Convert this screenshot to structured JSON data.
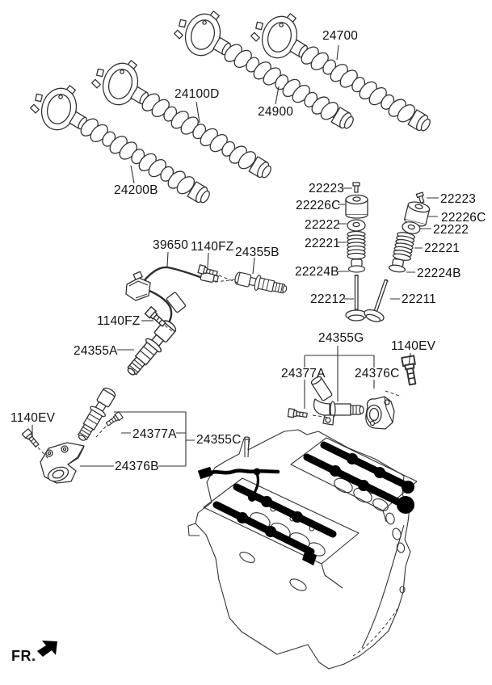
{
  "diagram": {
    "type": "parts-diagram",
    "colors": {
      "ink": "#333333",
      "text": "#111111",
      "paper": "#ffffff",
      "solid_parts": "#000000"
    },
    "labels": [
      "24700",
      "24100D",
      "24900",
      "24200B",
      "22223",
      "22226C",
      "22222",
      "22221",
      "22224B",
      "22212",
      "22223",
      "22226C",
      "22222",
      "22221",
      "22224B",
      "22211",
      "39650",
      "1140FZ",
      "24355B",
      "1140FZ",
      "24355A",
      "1140EV",
      "24377A",
      "24355C",
      "24376B",
      "24355G",
      "24377A",
      "24376C",
      "1140EV"
    ],
    "orientation": {
      "front_label": "FR."
    }
  }
}
